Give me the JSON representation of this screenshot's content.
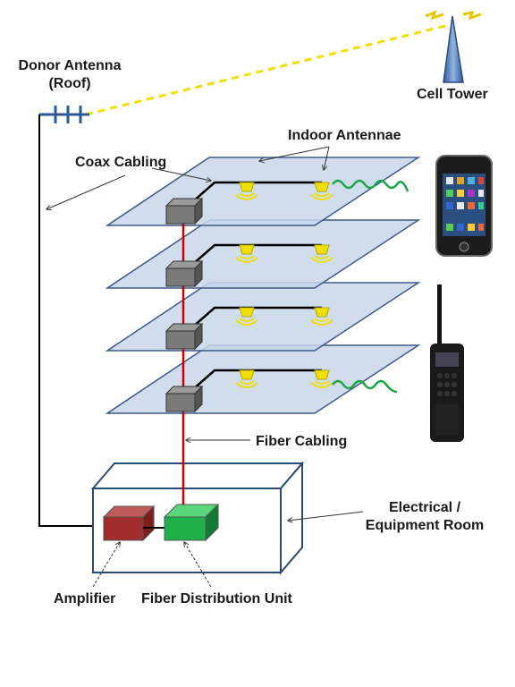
{
  "labels": {
    "donor_antenna_line1": "Donor Antenna",
    "donor_antenna_line2": "(Roof)",
    "cell_tower": "Cell Tower",
    "indoor_antennae": "Indoor Antennae",
    "coax_cabling": "Coax Cabling",
    "fiber_cabling": "Fiber Cabling",
    "electrical_room_line1": "Electrical /",
    "electrical_room_line2": "Equipment Room",
    "amplifier": "Amplifier",
    "fiber_distribution_unit": "Fiber Distribution Unit"
  },
  "colors": {
    "floor_fill": "#c9d7ea",
    "floor_stroke": "#3d5a8a",
    "coax": "#000000",
    "fiber": "#cc0000",
    "antenna": "#f0e000",
    "wireless": "#1aa64a",
    "donor_link": "#f0e000",
    "amplifier": "#a02c2c",
    "fdu": "#1fb04a",
    "room_stroke": "#2b4a7a",
    "remote_unit": "#7a7a7a"
  },
  "icons": [
    "donor-antenna-icon",
    "cell-tower-icon",
    "smartphone-icon",
    "radio-icon",
    "lightning-icon"
  ]
}
